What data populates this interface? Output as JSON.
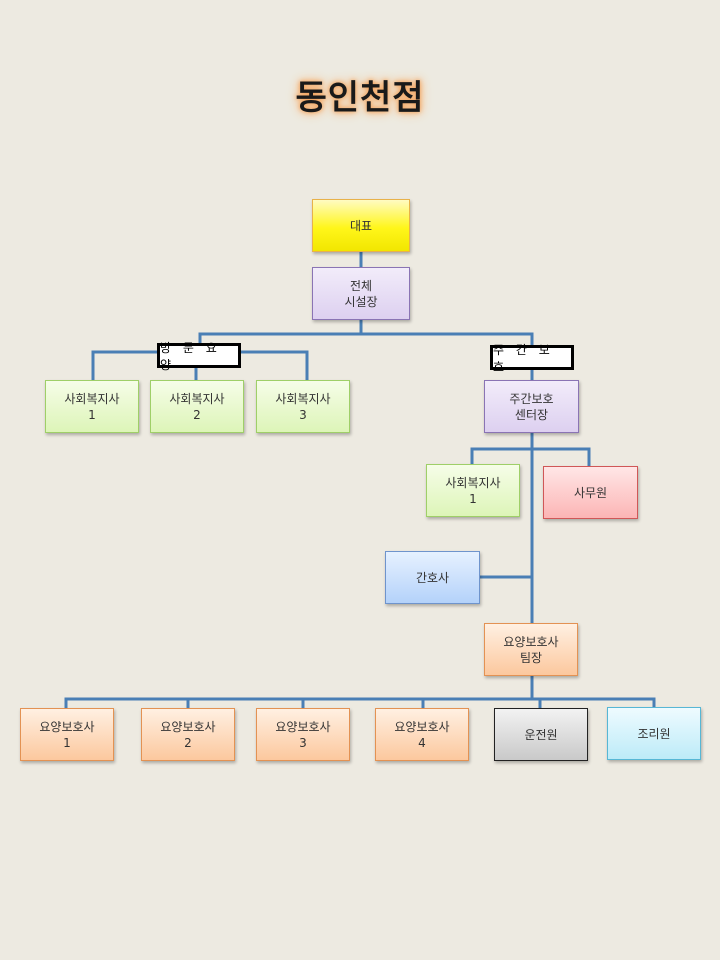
{
  "title": "동인천점",
  "labels": {
    "visit": "방 문 요 양",
    "daycare": "주 간 보 호"
  },
  "nodes": {
    "ceo": "대표",
    "director": [
      "전체",
      "시설장"
    ],
    "sw1": [
      "사회복지사",
      "1"
    ],
    "sw2": [
      "사회복지사",
      "2"
    ],
    "sw3": [
      "사회복지사",
      "3"
    ],
    "daycare_head": [
      "주간보호",
      "센터장"
    ],
    "daycare_sw1": [
      "사회복지사",
      "1"
    ],
    "office": "사무원",
    "nurse": "간호사",
    "cg_lead": [
      "요양보호사",
      "팀장"
    ],
    "cg1": [
      "요양보호사",
      "1"
    ],
    "cg2": [
      "요양보호사",
      "2"
    ],
    "cg3": [
      "요양보호사",
      "3"
    ],
    "cg4": [
      "요양보호사",
      "4"
    ],
    "driver": "운전원",
    "cook": "조리원"
  },
  "colors": {
    "connector": "#4a7fb5"
  }
}
